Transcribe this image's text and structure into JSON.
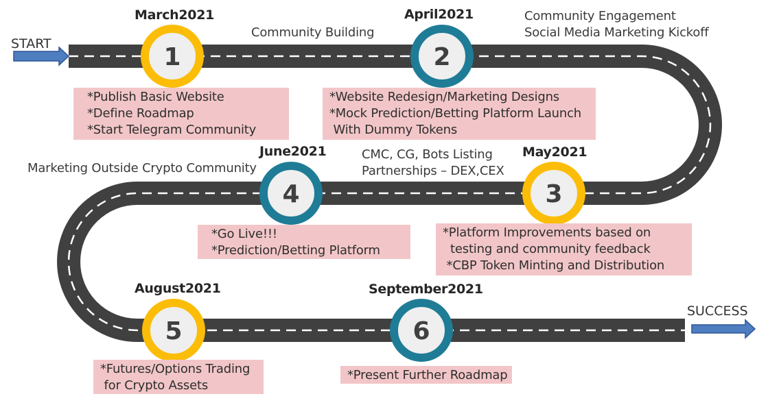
{
  "start_label": "START",
  "success_label": "SUCCESS",
  "colors": {
    "road": "#404040",
    "dash": "#ffffff",
    "gold": "#fbbd08",
    "teal": "#1f7c96",
    "circle_fill": "#efefef",
    "box": "#f2c6c8"
  },
  "milestones": [
    {
      "number": "1",
      "date": "March2021",
      "color": "gold",
      "items": [
        "*Publish Basic Website",
        "*Define Roadmap",
        "*Start Telegram Community"
      ]
    },
    {
      "number": "2",
      "date": "April2021",
      "color": "teal",
      "items": [
        "*Website Redesign/Marketing Designs",
        "*Mock Prediction/Betting Platform Launch",
        " With Dummy Tokens"
      ]
    },
    {
      "number": "3",
      "date": "May2021",
      "color": "gold",
      "items": [
        "*Platform Improvements based on",
        "  testing and community feedback",
        " *CBP Token Minting and Distribution"
      ]
    },
    {
      "number": "4",
      "date": "June2021",
      "color": "teal",
      "items": [
        "*Go Live!!!",
        "*Prediction/Betting Platform"
      ]
    },
    {
      "number": "5",
      "date": "August2021",
      "color": "gold",
      "items": [
        "*Futures/Options Trading",
        " for Crypto Assets"
      ]
    },
    {
      "number": "6",
      "date": "September2021",
      "color": "teal",
      "items": [
        "*Present Further Roadmap"
      ]
    }
  ],
  "captions": {
    "community_building": "Community Building",
    "community_engagement": [
      "Community Engagement",
      "Social Media Marketing Kickoff"
    ],
    "listing": [
      "CMC, CG, Bots Listing",
      "Partnerships – DEX,CEX"
    ],
    "marketing_outside": "Marketing Outside Crypto Community"
  }
}
